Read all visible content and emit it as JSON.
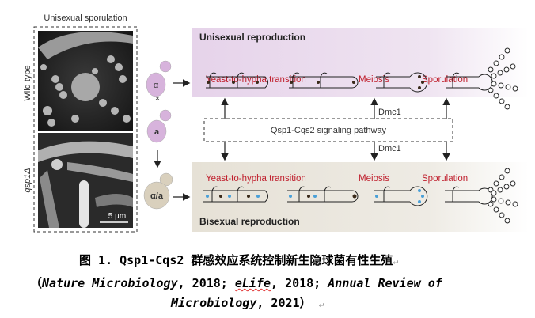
{
  "figure": {
    "photo_panel_title": "Unisexual sporulation",
    "row_labels": [
      "Wild type",
      "qsp1Δ"
    ],
    "scale_bar": "5 µm",
    "cells": {
      "alpha": "α",
      "a": "a",
      "diploid": "α/a",
      "cross": "×"
    },
    "unisexual": {
      "title": "Unisexual reproduction",
      "steps": [
        "Yeast-to-hypha transition",
        "Meiosis",
        "Sporulation"
      ],
      "band_color": "#ecdcef"
    },
    "bisexual": {
      "title": "Bisexual reproduction",
      "steps": [
        "Yeast-to-hypha transition",
        "Meiosis",
        "Sporulation"
      ],
      "band_color": "#e9e5dc"
    },
    "pathway": "Qsp1-Cqs2 signaling pathway",
    "gene_labels": [
      "Dmc1",
      "Dmc1"
    ],
    "colors": {
      "step_label": "#c0202e",
      "alpha_cell": "#d7b3dc",
      "diploid_cell": "#d9d0bd",
      "nucleus_dark": "#3a2a1a",
      "nucleus_blue": "#4aa0d8"
    }
  },
  "caption": {
    "line1": "图 1. Qsp1-Cqs2 群感效应系统控制新生隐球菌有性生殖",
    "open_paren": "（",
    "journal1": "Nature Microbiology",
    "year1": ", 2018; ",
    "journal2": "eLife",
    "year2": ", 2018; ",
    "journal3a": "Annual Review of",
    "journal3b": "Microbiology",
    "year3": ", 2021）",
    "return_mark": "↵"
  }
}
